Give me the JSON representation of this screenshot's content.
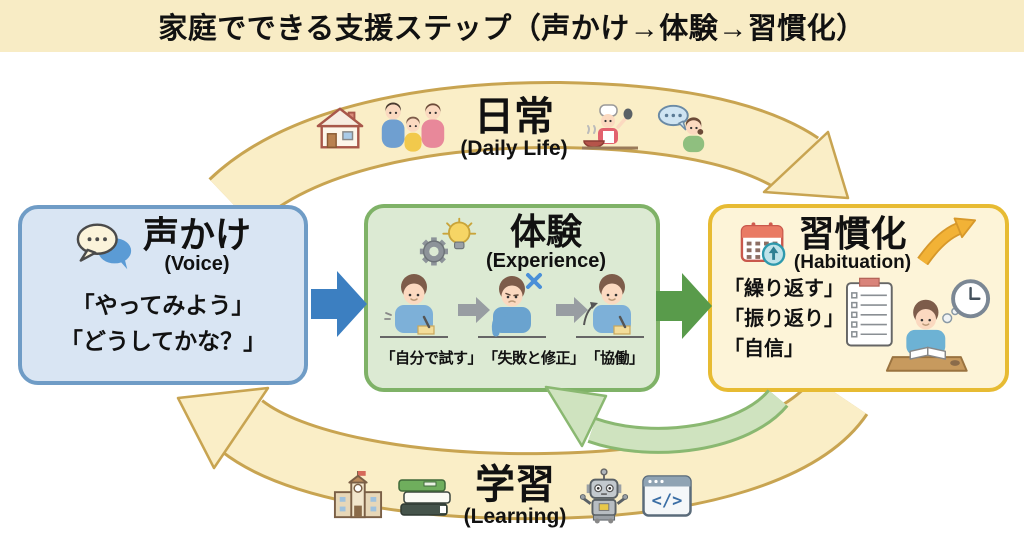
{
  "title": "家庭でできる支援ステップ（声かけ→体験→習慣化）",
  "cycle": {
    "top": {
      "label": "日常",
      "sublabel": "(Daily Life)",
      "icons": [
        "house-icon",
        "family-icon",
        "cooking-icon",
        "talking-person-icon"
      ]
    },
    "bottom": {
      "label": "学習",
      "sublabel": "(Learning)",
      "icons": [
        "school-icon",
        "books-icon",
        "robot-icon",
        "code-window-icon"
      ],
      "code_glyph": "</>"
    }
  },
  "boxes": {
    "voice": {
      "icon": "speech-bubbles-icon",
      "title": "声かけ",
      "subtitle": "(Voice)",
      "quotes": [
        "「やってみよう」",
        "「どうしてかな？」"
      ]
    },
    "experience": {
      "icon": "gear-lightbulb-icon",
      "title": "体験",
      "subtitle": "(Experience)",
      "steps": [
        "「自分で試す」",
        "「失敗と修正」",
        "「協働」"
      ]
    },
    "habituation": {
      "icon": "calendar-icon",
      "title": "習慣化",
      "subtitle": "(Habituation)",
      "quotes": [
        "「繰り返す」",
        "「振り返り」",
        "「自信」"
      ]
    }
  },
  "colors": {
    "title_bar_bg": "#f8ecc5",
    "band_fill": "#faeec7",
    "band_stroke": "#c8a451",
    "voice_fill": "#d9e5f3",
    "voice_border": "#6f9cc6",
    "experience_fill": "#dcead3",
    "experience_border": "#7fb267",
    "habituation_fill": "#fdf4d8",
    "habituation_border": "#e7bb33",
    "arrow_blue": "#3c7fc1",
    "arrow_green": "#599b4b",
    "return_arrow_fill": "#cfe3bf",
    "return_arrow_stroke": "#8ab871",
    "gold_arrow": "#f2b236",
    "text": "#111111"
  }
}
